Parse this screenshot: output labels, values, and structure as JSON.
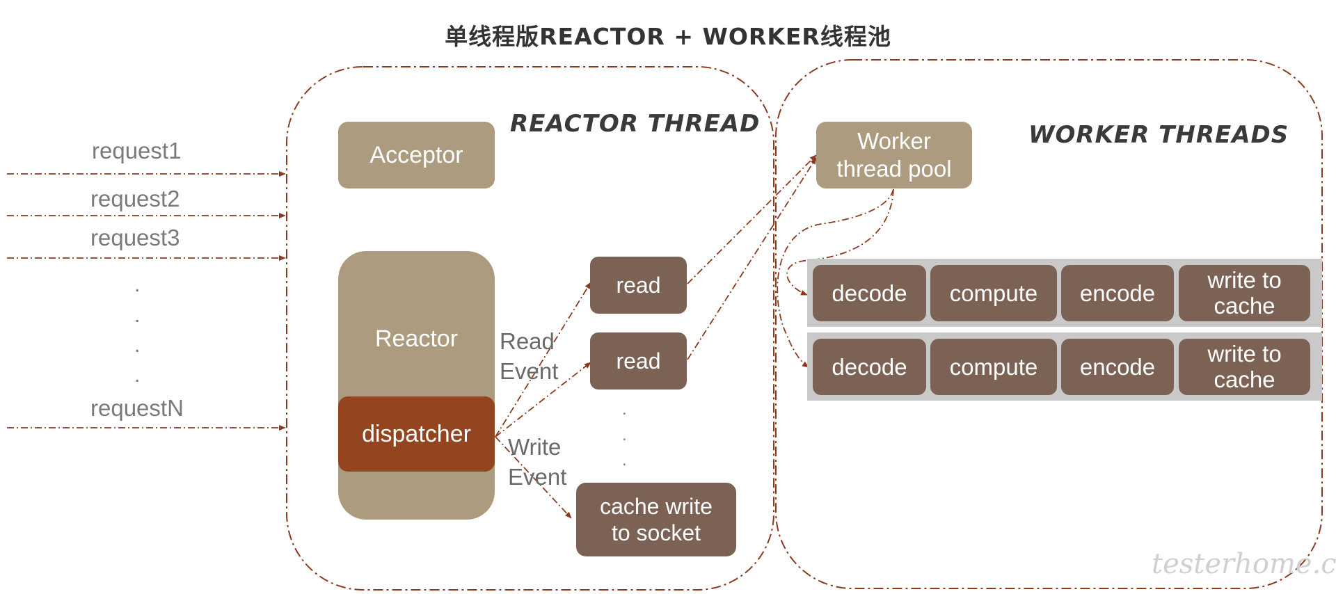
{
  "title": "单线程版REACTOR + WORKER线程池",
  "reactor_section": {
    "title": "REACTOR THREAD",
    "acceptor": "Acceptor",
    "reactor": "Reactor",
    "dispatcher": "dispatcher",
    "read_event_line1": "Read",
    "read_event_line2": "Event",
    "write_event_line1": "Write",
    "write_event_line2": "Event",
    "read_boxes": [
      "read",
      "read"
    ],
    "cache_write_line1": "cache write",
    "cache_write_line2": "to socket"
  },
  "requests": [
    "request1",
    "request2",
    "request3",
    "requestN"
  ],
  "worker_section": {
    "title": "WORKER THREADS",
    "pool_line1": "Worker",
    "pool_line2": "thread pool",
    "rows": [
      {
        "decode": "decode",
        "compute": "compute",
        "encode": "encode",
        "write_line1": "write to",
        "write_line2": "cache"
      },
      {
        "decode": "decode",
        "compute": "compute",
        "encode": "encode",
        "write_line1": "write to",
        "write_line2": "cache"
      }
    ]
  },
  "watermark": "testerhome.com",
  "colors": {
    "arrow": "#8b3a1e",
    "tan": "#ac9b7e",
    "brown": "#7b6255",
    "rust": "#934520",
    "band": "#c9c9c9"
  }
}
